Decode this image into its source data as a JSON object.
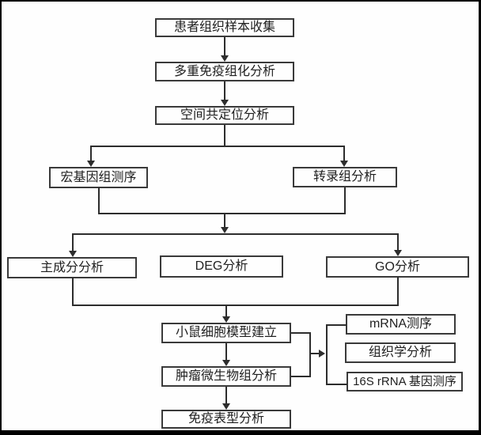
{
  "diagram": {
    "type": "flowchart",
    "nodes": {
      "collect": {
        "label": "患者组织样本收集"
      },
      "mihc": {
        "label": "多重免疫组化分析"
      },
      "colocal": {
        "label": "空间共定位分析"
      },
      "metagenome": {
        "label": "宏基因组测序"
      },
      "transcriptome": {
        "label": "转录组分析"
      },
      "pca": {
        "label": "主成分分析"
      },
      "deg": {
        "label": "DEG分析"
      },
      "go": {
        "label": "GO分析"
      },
      "mouse_model": {
        "label": "小鼠细胞模型建立"
      },
      "tumor_microbiome": {
        "label": "肿瘤微生物组分析"
      },
      "mrna_seq": {
        "label": "mRNA测序"
      },
      "histology": {
        "label": "组织学分析"
      },
      "rrna_16s": {
        "label": "16S rRNA 基因测序"
      },
      "immunophenotype": {
        "label": "免疫表型分析"
      }
    },
    "colors": {
      "line": "#2d2d2d",
      "box_border": "#3a3a3a",
      "text": "#1f1f1f",
      "background": "#fefefe",
      "frame": "#000000"
    }
  }
}
